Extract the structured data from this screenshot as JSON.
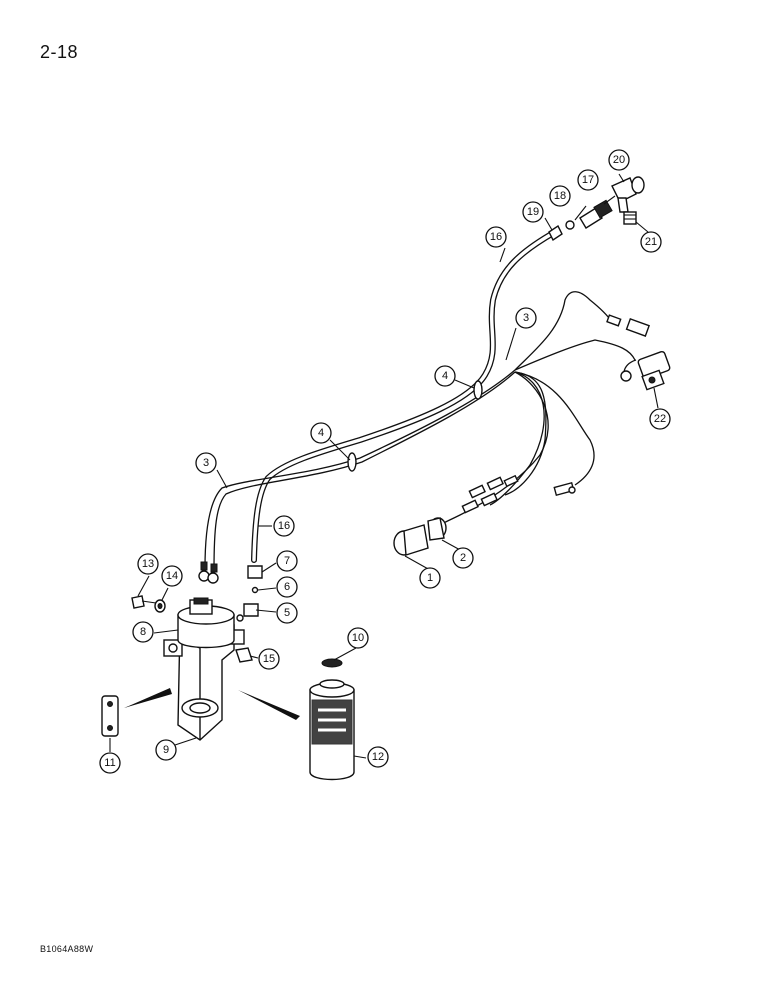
{
  "page": {
    "number": "2-18",
    "figure_code": "B1064A88W"
  },
  "callouts": [
    {
      "id": "c1",
      "label": "1"
    },
    {
      "id": "c2",
      "label": "2"
    },
    {
      "id": "c3a",
      "label": "3"
    },
    {
      "id": "c3b",
      "label": "3"
    },
    {
      "id": "c4a",
      "label": "4"
    },
    {
      "id": "c4b",
      "label": "4"
    },
    {
      "id": "c5",
      "label": "5"
    },
    {
      "id": "c6",
      "label": "6"
    },
    {
      "id": "c7",
      "label": "7"
    },
    {
      "id": "c8",
      "label": "8"
    },
    {
      "id": "c9",
      "label": "9"
    },
    {
      "id": "c10",
      "label": "10"
    },
    {
      "id": "c11",
      "label": "11"
    },
    {
      "id": "c12",
      "label": "12"
    },
    {
      "id": "c13",
      "label": "13"
    },
    {
      "id": "c14",
      "label": "14"
    },
    {
      "id": "c15",
      "label": "15"
    },
    {
      "id": "c16a",
      "label": "16"
    },
    {
      "id": "c16b",
      "label": "16"
    },
    {
      "id": "c17",
      "label": "17"
    },
    {
      "id": "c18",
      "label": "18"
    },
    {
      "id": "c19",
      "label": "19"
    },
    {
      "id": "c20",
      "label": "20"
    },
    {
      "id": "c21",
      "label": "21"
    },
    {
      "id": "c22",
      "label": "22"
    }
  ]
}
